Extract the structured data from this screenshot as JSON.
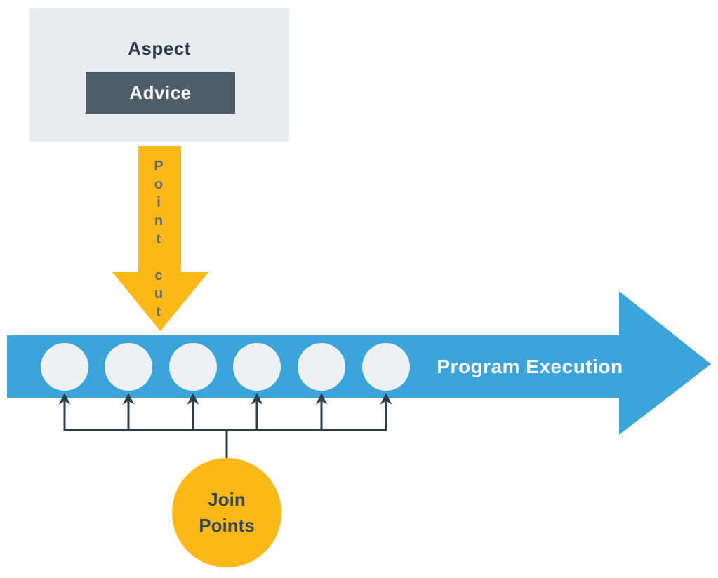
{
  "colors": {
    "program_arrow_blue": "#3BA5DB",
    "accent_yellow": "#FBB817",
    "advice_box_slate": "#4D5C69",
    "aspect_box_gray": "#E9EBEE",
    "dark_navy": "#2C3B4D",
    "line_dark": "#2F3E4F",
    "label_dark": "#3A4750",
    "pointcut_label_gray": "#5E6A74",
    "join_point_circle_fill": "#EEF1F4",
    "white": "#FFFFFF"
  },
  "aspect": {
    "title": "Aspect",
    "advice_label": "Advice"
  },
  "pointcut": {
    "label": "Point cut"
  },
  "program": {
    "label": "Program Execution",
    "join_point_count": 6
  },
  "join_points": {
    "label": "Join Points"
  }
}
